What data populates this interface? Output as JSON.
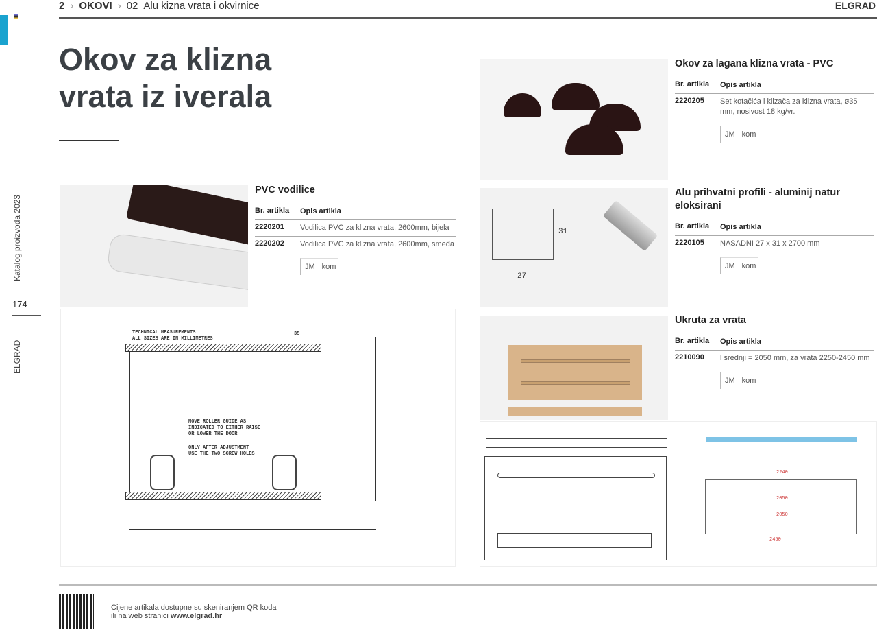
{
  "header": {
    "breadcrumb": [
      "2",
      "OKOVI",
      "02",
      "Alu kizna vrata i okvirnice"
    ],
    "brand": "ELGRAD"
  },
  "sidebar": {
    "catalog": "Katalog proizvoda 2023",
    "page_number": "174",
    "brand": "ELGRAD",
    "accent_color": "#1aa3cf"
  },
  "title": {
    "line1": "Okov za klizna",
    "line2": "vrata iz iverala"
  },
  "table_headers": {
    "code": "Br. artikla",
    "desc": "Opis artikla"
  },
  "unit": {
    "label": "JM",
    "value": "kom"
  },
  "sections": [
    {
      "title": "PVC vodilice",
      "items": [
        {
          "code": "2220201",
          "desc": "Vodilica PVC za klizna vrata, 2600mm, bijela"
        },
        {
          "code": "2220202",
          "desc": "Vodilica PVC za klizna vrata, 2600mm, smeđa"
        }
      ]
    },
    {
      "title": "Okov za lagana klizna vrata - PVC",
      "items": [
        {
          "code": "2220205",
          "desc": "Set kotačića i klizača za klizna vrata, ø35 mm, nosivost 18 kg/vr."
        }
      ]
    },
    {
      "title": "Alu prihvatni profili - aluminij natur eloksirani",
      "items": [
        {
          "code": "2220105",
          "desc": "NASADNI 27 x 31 x 2700 mm"
        }
      ]
    },
    {
      "title": "Ukruta za vrata",
      "items": [
        {
          "code": "2210090",
          "desc": "l srednji = 2050 mm, za vrata 2250-2450 mm"
        }
      ]
    }
  ],
  "drawing": {
    "t1": "TECHNICAL MEASUREMENTS",
    "t2": "ALL SIZES ARE IN MILLIMETRES",
    "t3": "MOVE ROLLER GUIDE AS",
    "t4": "INDICATED TO EITHER RAISE",
    "t5": "OR LOWER THE DOOR",
    "t6": "ONLY AFTER ADJUSTMENT",
    "t7": "USE THE TWO SCREW HOLES",
    "dims": [
      "35",
      "27",
      "31",
      "2240",
      "2050",
      "2050",
      "2450"
    ]
  },
  "footer": {
    "text1": "Cijene artikala dostupne su skeniranjem QR koda",
    "text2": "ili na web stranici",
    "link": "www.elgrad.hr"
  }
}
